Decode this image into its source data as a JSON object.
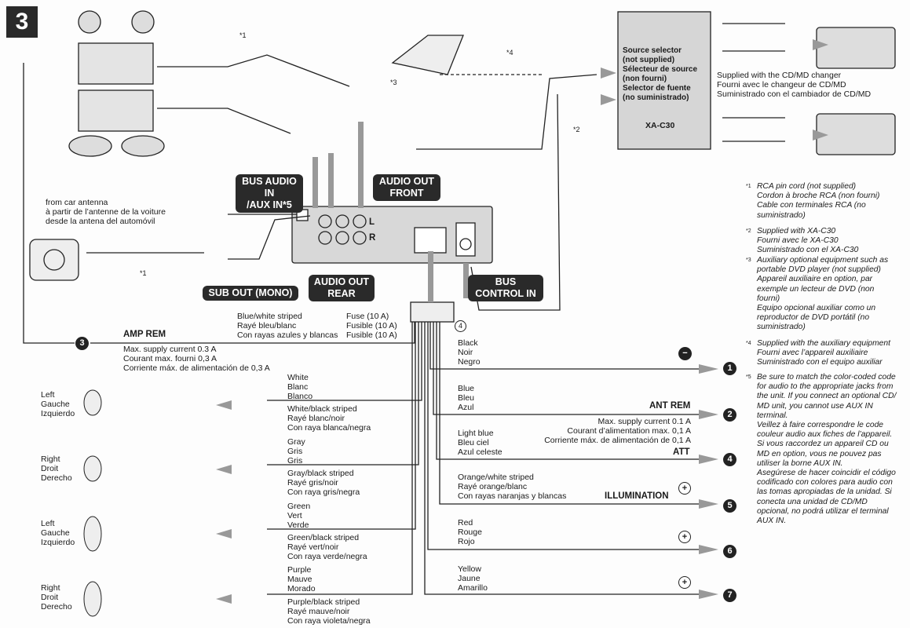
{
  "figure_number": "3",
  "source_selector": {
    "lines": [
      "Source selector",
      "(not supplied)",
      "Sélecteur de source",
      "(non fourni)",
      "Selector de fuente",
      "(no suministrado)"
    ],
    "model": "XA-C30"
  },
  "changer_note": [
    "Supplied with the CD/MD changer",
    "Fourni avec le changeur de CD/MD",
    "Suministrado con el cambiador de CD/MD"
  ],
  "terminals": {
    "bus_audio_in": [
      "BUS AUDIO IN",
      "/AUX IN*5"
    ],
    "audio_out_front": [
      "AUDIO OUT",
      "FRONT"
    ],
    "sub_out": "SUB OUT (MONO)",
    "audio_out_rear": [
      "AUDIO OUT",
      "REAR"
    ],
    "bus_control_in": [
      "BUS",
      "CONTROL IN"
    ],
    "jack_l": "L",
    "jack_r": "R"
  },
  "antenna": [
    "from car antenna",
    "à partir de l’antenne de la voiture",
    "desde la antena del automóvil"
  ],
  "amp_rem": {
    "wire": [
      "Blue/white striped",
      "Rayé bleu/blanc",
      "Con rayas azules y blancas"
    ],
    "label": "AMP REM",
    "supply": [
      "Max. supply current 0.3 A",
      "Courant max. fourni 0,3 A",
      "Corriente máx. de alimentación de 0,3 A"
    ],
    "number": "3"
  },
  "fuse": [
    "Fuse (10 A)",
    "Fusible (10 A)",
    "Fusible (10 A)"
  ],
  "asterisks": {
    "a1": "*1",
    "a2": "*2",
    "a3": "*3",
    "a4": "*4",
    "connector_num": "4"
  },
  "wires": [
    {
      "lines": [
        "Black",
        "Noir",
        "Negro"
      ],
      "label": "",
      "number": "1",
      "polarity": "−"
    },
    {
      "lines": [
        "Blue",
        "Bleu",
        "Azul"
      ],
      "label": "ANT REM",
      "number": "2",
      "supply": [
        "Max. supply current 0.1 A",
        "Courant d’alimentation max. 0,1 A",
        "Corriente máx. de alimentación de 0,1 A"
      ]
    },
    {
      "lines": [
        "Light blue",
        "Bleu ciel",
        "Azul celeste"
      ],
      "label": "ATT",
      "number": "4"
    },
    {
      "lines": [
        "Orange/white striped",
        "Rayé orange/blanc",
        "Con rayas naranjas y blancas"
      ],
      "label": "ILLUMINATION",
      "number": "5",
      "polarity": "+"
    },
    {
      "lines": [
        "Red",
        "Rouge",
        "Rojo"
      ],
      "label": "",
      "number": "6",
      "polarity": "+"
    },
    {
      "lines": [
        "Yellow",
        "Jaune",
        "Amarillo"
      ],
      "label": "",
      "number": "7",
      "polarity": "+"
    }
  ],
  "speakers": [
    {
      "side": [
        "Left",
        "Gauche",
        "Izquierdo"
      ],
      "pos": [
        "White",
        "Blanc",
        "Blanco"
      ],
      "neg": [
        "White/black striped",
        "Rayé blanc/noir",
        "Con raya blanca/negra"
      ]
    },
    {
      "side": [
        "Right",
        "Droit",
        "Derecho"
      ],
      "pos": [
        "Gray",
        "Gris",
        "Gris"
      ],
      "neg": [
        "Gray/black striped",
        "Rayé gris/noir",
        "Con raya gris/negra"
      ]
    },
    {
      "side": [
        "Left",
        "Gauche",
        "Izquierdo"
      ],
      "pos": [
        "Green",
        "Vert",
        "Verde"
      ],
      "neg": [
        "Green/black striped",
        "Rayé vert/noir",
        "Con raya verde/negra"
      ]
    },
    {
      "side": [
        "Right",
        "Droit",
        "Derecho"
      ],
      "pos": [
        "Purple",
        "Mauve",
        "Morado"
      ],
      "neg": [
        "Purple/black striped",
        "Rayé mauve/noir",
        "Con raya violeta/negra"
      ]
    }
  ],
  "footnotes": [
    {
      "mark": "*1",
      "lines": [
        "RCA pin cord (not supplied)",
        "Cordon à broche RCA (non fourni)",
        "Cable con terminales RCA (no",
        "suministrado)"
      ]
    },
    {
      "mark": "*2",
      "lines": [
        "Supplied with XA-C30",
        "Fourni avec le XA-C30",
        "Suministrado con el XA-C30"
      ]
    },
    {
      "mark": "*3",
      "lines": [
        "Auxiliary optional equipment such as",
        "portable DVD player (not supplied)",
        "Appareil auxiliaire en option, par",
        "exemple un lecteur de DVD (non",
        "fourni)",
        "Equipo opcional auxiliar como un",
        "reproductor de DVD portátil (no",
        "suministrado)"
      ]
    },
    {
      "mark": "*4",
      "lines": [
        "Supplied with the auxiliary equipment",
        "Fourni avec l’appareil auxiliaire",
        "Suministrado con el equipo auxiliar"
      ]
    },
    {
      "mark": "*5",
      "lines": [
        "Be sure to match the color-coded code",
        "for audio to the appropriate jacks from",
        "the unit. If you connect an optional CD/",
        "MD unit, you cannot use AUX IN",
        "terminal.",
        "Veillez à faire correspondre le code",
        "couleur audio aux fiches de l’appareil.",
        "Si vous raccordez un appareil CD ou",
        "MD en option, vous ne pouvez pas",
        "utiliser la borne AUX IN.",
        "Asegúrese de hacer coincidir el código",
        "codificado con colores para audio con",
        "las tomas apropiadas de la unidad. Si",
        "conecta una unidad de CD/MD",
        "opcional, no podrá utilizar el terminal",
        "AUX IN."
      ]
    }
  ],
  "colors": {
    "label_bg": "#2a2a2a",
    "unit_fill": "#d8d8d8",
    "arrow": "#999999"
  }
}
